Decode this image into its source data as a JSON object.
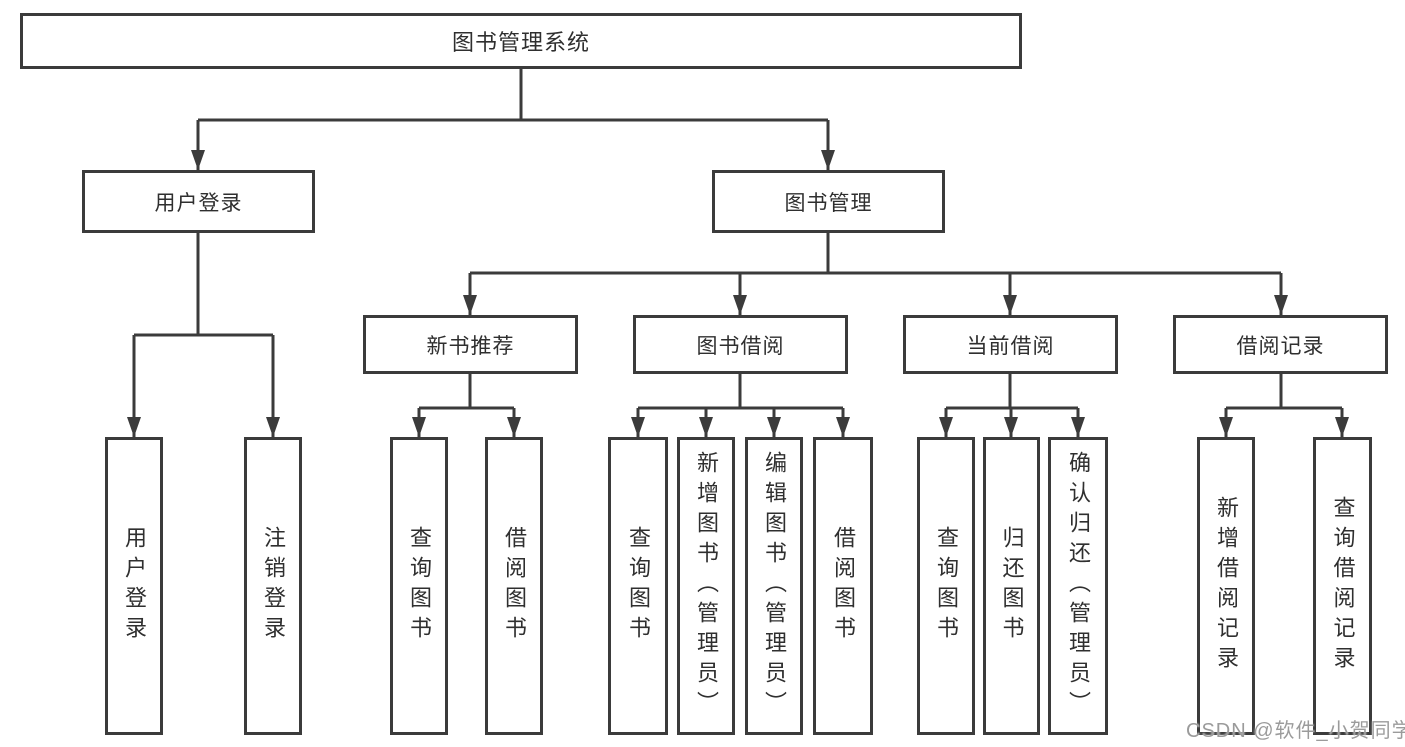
{
  "watermark": "CSDN @软件_小贺同学",
  "colors": {
    "line": "#3b3b3b",
    "box_border": "#3b3b3b",
    "text": "#2f2f2f",
    "watermark": "#9b9b9b",
    "background": "#ffffff"
  },
  "tree": {
    "label": "图书管理系统",
    "children": [
      {
        "label": "用户登录",
        "children": [
          {
            "label": "用户登录"
          },
          {
            "label": "注销登录"
          }
        ]
      },
      {
        "label": "图书管理",
        "children": [
          {
            "label": "新书推荐",
            "children": [
              {
                "label": "查询图书"
              },
              {
                "label": "借阅图书"
              }
            ]
          },
          {
            "label": "图书借阅",
            "children": [
              {
                "label": "查询图书"
              },
              {
                "label": "新增图书（管理员）"
              },
              {
                "label": "编辑图书（管理员）"
              },
              {
                "label": "借阅图书"
              }
            ]
          },
          {
            "label": "当前借阅",
            "children": [
              {
                "label": "查询图书"
              },
              {
                "label": "归还图书"
              },
              {
                "label": "确认归还（管理员）"
              }
            ]
          },
          {
            "label": "借阅记录",
            "children": [
              {
                "label": "新增借阅记录"
              },
              {
                "label": "查询借阅记录"
              }
            ]
          }
        ]
      }
    ]
  }
}
